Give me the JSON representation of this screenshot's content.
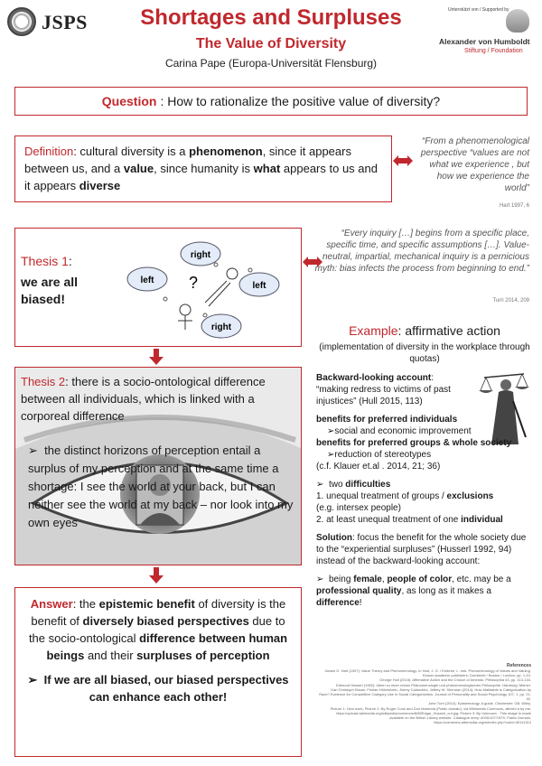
{
  "header": {
    "jsps": "JSPS",
    "title": "Shortages and Surpluses",
    "subtitle": "The Value of Diversity",
    "author": "Carina Pape (Europa-Universität Flensburg)",
    "supported": "Unterstützt von / Supported by",
    "avh_name": "Alexander von Humboldt",
    "avh_sub": "Stiftung / Foundation"
  },
  "question": {
    "label": "Question",
    "text": ": How to rationalize the positive value of diversity?"
  },
  "definition": {
    "label": "Definition",
    "t1": ": cultural diversity is a ",
    "b1": "phenomenon",
    "t2": ", since it appears between us, and a ",
    "b2": "value",
    "t3": ", since humanity is ",
    "b3": "what",
    "t4": " appears to us and it appears ",
    "b4": "diverse"
  },
  "quote1": {
    "text": "“From a phenomenological perspective “values are not what we experience , but how we experience the world”",
    "source": "Hart 1997, 6"
  },
  "thesis1": {
    "label": "Thesis 1",
    "colon": ":",
    "line1": "we are all",
    "line2": "biased!",
    "bubbles": [
      "right",
      "left",
      "left",
      "right"
    ],
    "question_mark": "?"
  },
  "quote2": {
    "text": "“Every inquiry […] begins from a specific place, specific time, and specific assumptions […]. Value-neutral, impartial, mechanical inquiry is a pernicious myth: bias infects the process from beginning to end.”",
    "source": "Turri 2014, 209"
  },
  "thesis2": {
    "label": "Thesis 2",
    "text": ": there is a socio-ontological difference between all individuals, which is linked with a corporeal difference",
    "bullet": "the distinct horizons of perception entail a surplus of my perception and at the same time a shortage: I see the world at your back, but I can neither see the world at my back – nor look into my own eyes"
  },
  "answer": {
    "label": "Answer",
    "t1": ": the ",
    "b1": "epistemic benefit",
    "t2": " of diversity is the benefit of ",
    "b2": "diversely biased perspectives",
    "t3": " due to the socio-ontological ",
    "b3": "difference between human beings",
    "t4": " and their ",
    "b4": "surpluses of perception",
    "bullet": "If we are all biased, our biased perspectives can enhance each other!"
  },
  "example": {
    "label": "Example",
    "text": ": affirmative action",
    "sub": "(implementation of diversity in the workplace through quotas)",
    "backward_title": "Backward-looking account",
    "backward_colon": ":",
    "backward_text": "“making redress to victims of past injustices” (Hull 2015, 113)",
    "benefits1_b": "benefits for preferred individuals",
    "benefits1_item": "social and economic improvement",
    "benefits2_t1": "benefits for preferred ",
    "benefits2_b1": "groups",
    "benefits2_t2": " & ",
    "benefits2_b2": "whole society",
    "benefits2_item": "reduction of stereotypes",
    "benefits2_cite": "(c.f. Klauer et.al . 2014, 21; 36)",
    "two_t": "two ",
    "two_b": "difficulties",
    "diff1_t": "1. unequal treatment of groups / ",
    "diff1_b": "exclusions",
    "diff1_sub": "(e.g. intersex people)",
    "diff2_t": "2. at least unequal treatment of one ",
    "diff2_b": "individual",
    "solution_b": "Solution",
    "solution_t": ": focus the benefit for the whole society due to the “experiential surpluses” (Husserl 1992, 94) instead of the backward-looking account:",
    "final_t1": "being ",
    "final_b1": "female",
    "final_t2": ", ",
    "final_b2": "people of color",
    "final_t3": ", etc. may be a ",
    "final_b3": "professional quality",
    "final_t4": ", as long as it makes a ",
    "final_b4": "difference",
    "final_t5": "!"
  },
  "references": {
    "title": "References",
    "lines": [
      "James G. Hart (1997): Value Theory and Phenomenology. In Hart, J. G. / Embree, L. eds. Phenomenology of Values and Valuing.",
      "Kluwer academic publishers: Dordrecht / Boston / London, pp. 1-10.",
      "George Hull (2015): Affirmative Action and the Choice of Amends. Philosophia 43, pp. 113-134.",
      "Edmund Husserl (1992): Ideen zu einer reinen Phänomenologie und phänomenologischen Philosophie. Hamburg: Meiner.",
      "Karl Christoph Klauer, Florian Hölzenbein, Jimmy Calanchini, Jeffrey W. Sherman (2014): How Malleable is Categorization by",
      "Race? Evidence for Competitive Category Use in Social Categorization. Journal of Personality and Social Psychology 107, 1, pp. 21-40.",
      "John Turri (2014): Epistemology. A guide. Chichester: GB: Wiley.",
      "Picture 1: Own work; Picture 2: By Roger Cook and Don Marenda (Public domain), via Wikimedia Commons, altered a by me;",
      "https://upload.wikimedia.org/wikipedia/commons/8/8f/Edgar_Husserl_cut.jpg; Picture 3: By Unknown - This image is made",
      "available on the British Library website. Catalogue entry: #000/1077/879. Public Domain,",
      "https://commons.wikimedia.org/w/index.php?curid=30111314"
    ]
  }
}
